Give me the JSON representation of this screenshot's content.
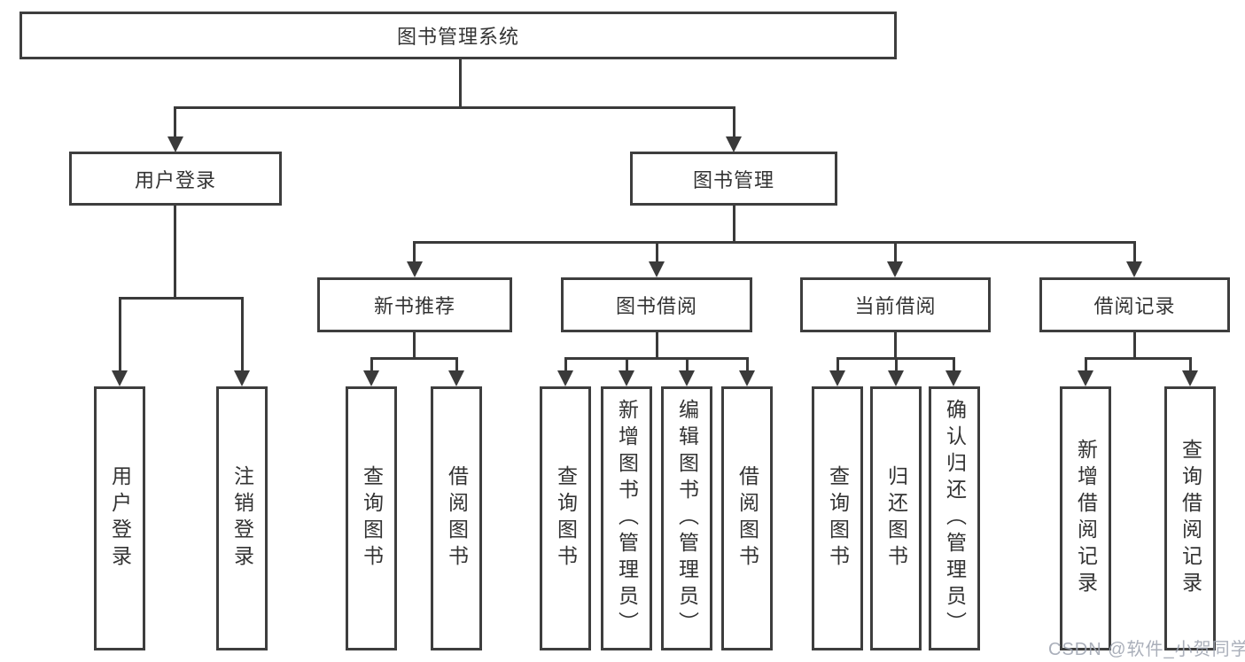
{
  "diagram": {
    "root": {
      "label": "图书管理系统"
    },
    "branches": [
      {
        "label": "用户登录",
        "children": [
          {
            "label": "用户登录"
          },
          {
            "label": "注销登录"
          }
        ]
      },
      {
        "label": "图书管理",
        "children": [
          {
            "label": "新书推荐",
            "children": [
              {
                "label": "查询图书"
              },
              {
                "label": "借阅图书"
              }
            ]
          },
          {
            "label": "图书借阅",
            "children": [
              {
                "label": "查询图书"
              },
              {
                "label": "新增图书（管理员）"
              },
              {
                "label": "编辑图书（管理员）"
              },
              {
                "label": "借阅图书"
              }
            ]
          },
          {
            "label": "当前借阅",
            "children": [
              {
                "label": "查询图书"
              },
              {
                "label": "归还图书"
              },
              {
                "label": "确认归还（管理员）"
              }
            ]
          },
          {
            "label": "借阅记录",
            "children": [
              {
                "label": "新增借阅记录"
              },
              {
                "label": "查询借阅记录"
              }
            ]
          }
        ]
      }
    ]
  },
  "watermark": {
    "text": "CSDN @软件_小贺同学"
  },
  "colors": {
    "line": "#3a3a3a",
    "border": "#3e3e3e",
    "text": "#333333",
    "background": "#ffffff",
    "watermark": "#9ea4b0"
  }
}
